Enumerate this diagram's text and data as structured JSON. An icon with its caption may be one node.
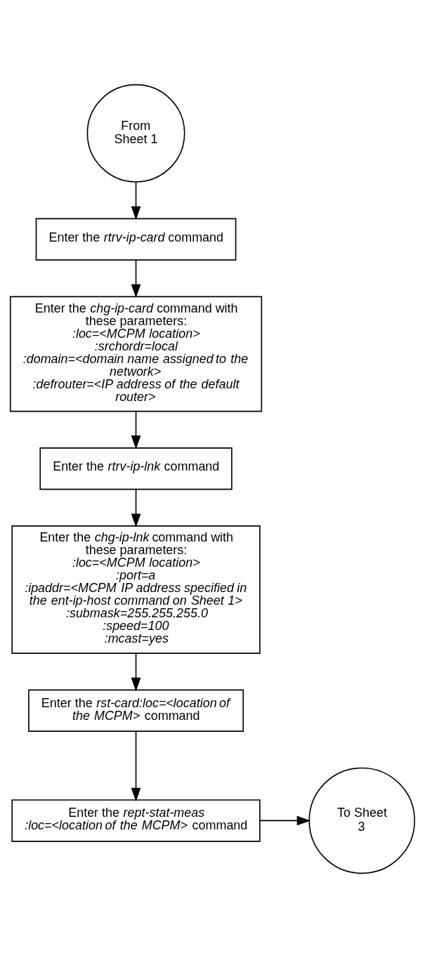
{
  "diagram": {
    "nodes": [
      {
        "text": [
          "From Sheet 1"
        ]
      },
      {
        "text": [
          "Enter the *rtrv-ip-card* command"
        ]
      },
      {
        "text": [
          "Enter the *chg-ip-card* command with these parameters:",
          ":loc=<MCPM location>",
          ":srchordr=local",
          ":domain=<domain name assigned to the network>",
          ":defrouter=<IP address of the default router>"
        ]
      },
      {
        "text": [
          "Enter the *rtrv-ip-lnk* command"
        ]
      },
      {
        "text": [
          "Enter the *chg-ip-lnk* command with these parameters:",
          ":loc=<MCPM location>",
          ":port=a",
          ":ipaddr=<MCPM IP address specified in the ent-ip-host command on Sheet 1>",
          ":submask=255.255.255.0",
          ":speed=100",
          ":mcast=yes"
        ]
      },
      {
        "text": [
          "Enter the *rst-card:loc=<location of the MCPM>* command"
        ]
      },
      {
        "text": [
          "Enter the *rept-stat-meas :loc=<location of the MCPM>* command"
        ]
      },
      {
        "text": [
          "To Sheet 3"
        ]
      }
    ],
    "edges": [
      {
        "from": 0,
        "to": 1,
        "arrow": "to"
      },
      {
        "from": 1,
        "to": 2,
        "arrow": "to"
      },
      {
        "from": 2,
        "to": 3,
        "arrow": "to"
      },
      {
        "from": 3,
        "to": 4,
        "arrow": "to"
      },
      {
        "from": 4,
        "to": 5,
        "arrow": "to"
      },
      {
        "from": 5,
        "to": 6,
        "arrow": "to"
      },
      {
        "from": 6,
        "to": 7,
        "arrow": "to"
      }
    ]
  }
}
